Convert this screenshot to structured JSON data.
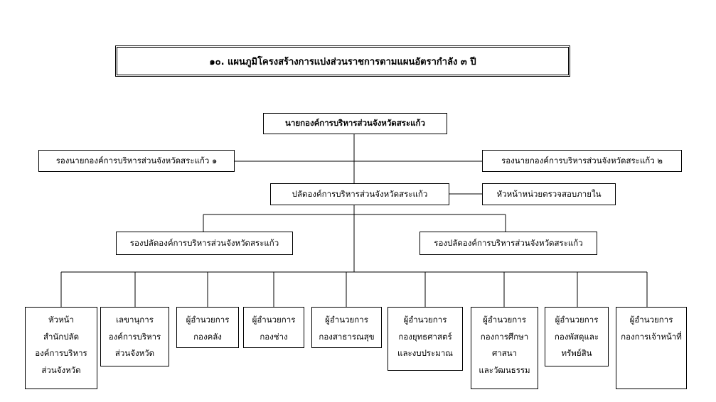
{
  "title": "๑๐. แผนภูมิโครงสร้างการแบ่งส่วนราชการตามแผนอัตรากำลัง ๓ ปี",
  "chief": "นายกองค์การบริหารส่วนจังหวัดสระแก้ว",
  "deputy_chiefs": [
    "รองนายกองค์การบริหารส่วนจังหวัดสระแก้ว ๑",
    "รองนายกองค์การบริหารส่วนจังหวัดสระแก้ว ๒"
  ],
  "palad": "ปลัดองค์การบริหารส่วนจังหวัดสระแก้ว",
  "audit_head": "หัวหน้าหน่วยตรวจสอบภายใน",
  "deputy_palads": [
    "รองปลัดองค์การบริหารส่วนจังหวัดสระแก้ว",
    "รองปลัดองค์การบริหารส่วนจังหวัดสระแก้ว"
  ],
  "divisions": [
    [
      "หัวหน้า",
      "สำนักปลัด",
      "องค์การบริหาร",
      "ส่วนจังหวัด"
    ],
    [
      "เลขานุการ",
      "องค์การบริหาร",
      "ส่วนจังหวัด"
    ],
    [
      "ผู้อำนวยการ",
      "กองคลัง"
    ],
    [
      "ผู้อำนวยการ",
      "กองช่าง"
    ],
    [
      "ผู้อำนวยการ",
      "กองสาธารณสุข"
    ],
    [
      "ผู้อำนวยการ",
      "กองยุทธศาสตร์",
      "และงบประมาณ"
    ],
    [
      "ผู้อำนวยการ",
      "กองการศึกษา",
      "ศาสนา",
      "และวัฒนธรรม"
    ],
    [
      "ผู้อำนวยการ",
      "กองพัสดุและ",
      "ทรัพย์สิน"
    ],
    [
      "ผู้อำนวยการ",
      "กองการเจ้าหน้าที่"
    ]
  ]
}
